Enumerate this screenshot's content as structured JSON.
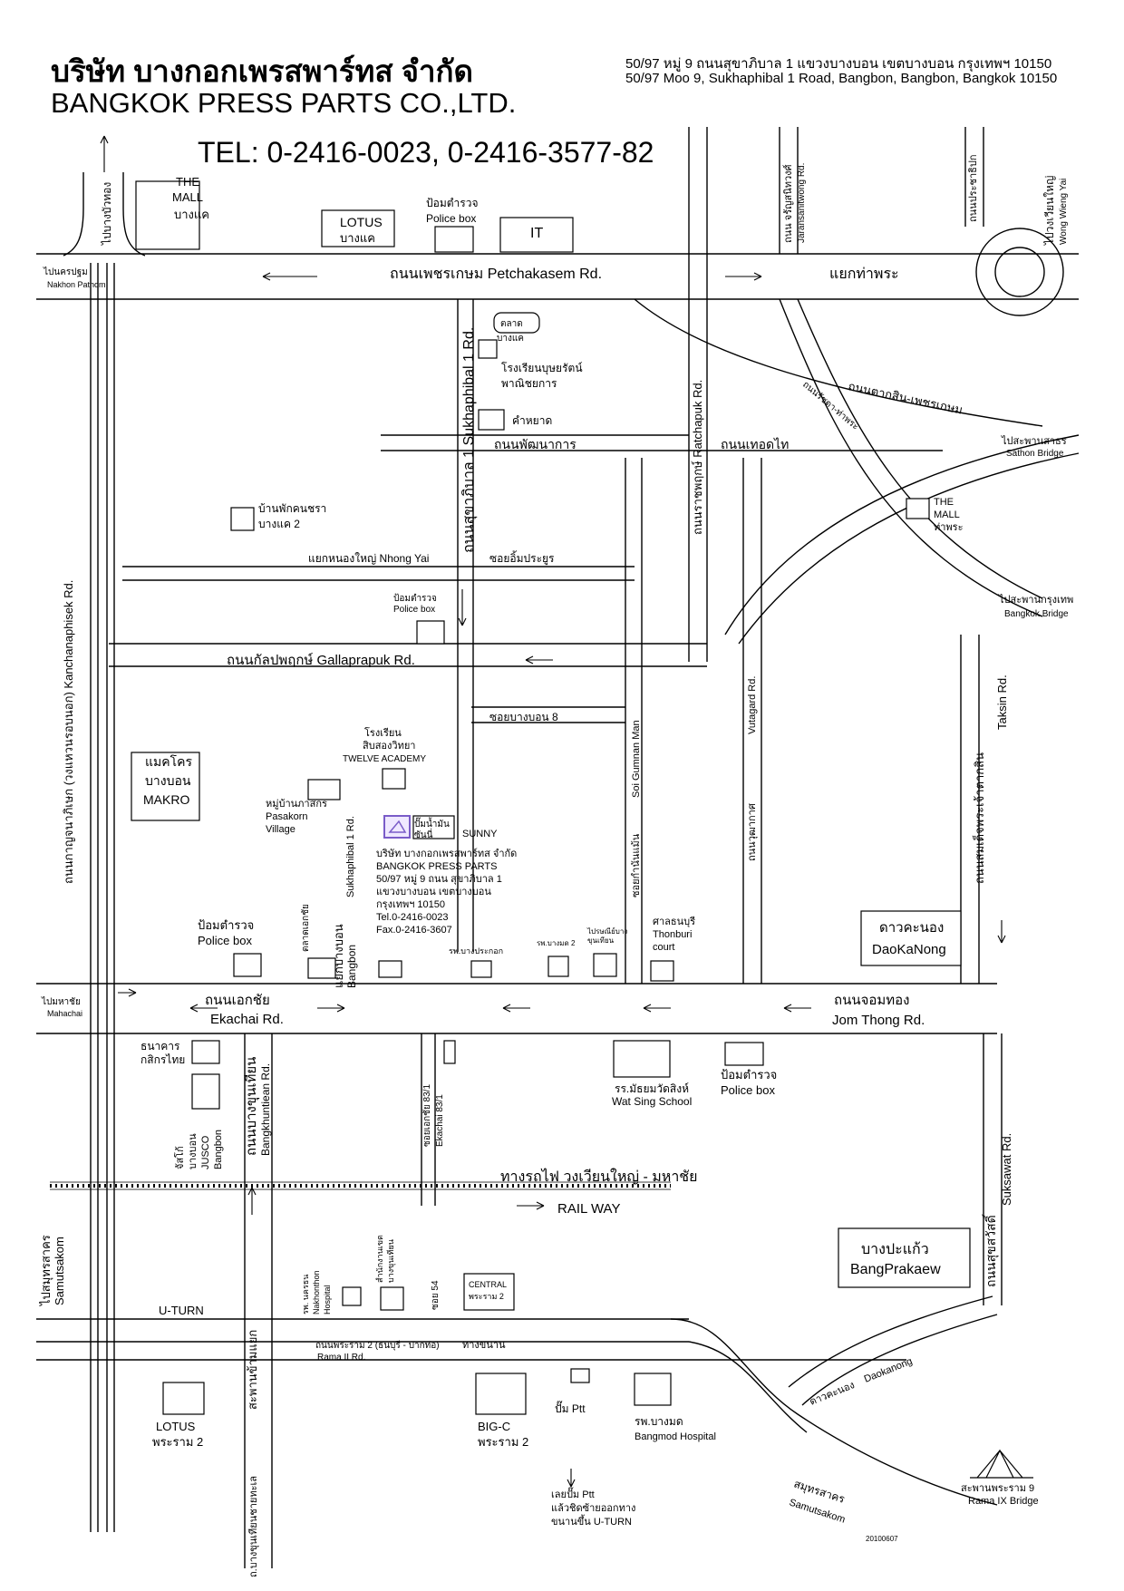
{
  "header": {
    "company_th": "บริษัท บางกอกเพรสพาร์ทส จำกัด",
    "company_en": "BANGKOK PRESS PARTS CO.,LTD.",
    "tel": "TEL: 0-2416-0023, 0-2416-3577-82",
    "address_th": "50/97 หมู่ 9 ถนนสุขาภิบาล 1 แขวงบางบอน เขตบางบอน กรุงเทพฯ 10150",
    "address_en": "50/97 Moo 9, Sukhaphibal 1 Road, Bangbon, Bangbon, Bangkok 10150"
  },
  "landmarks": {
    "the_mall_bangkhae": [
      "THE",
      "MALL",
      "บางแค"
    ],
    "lotus_bangkhae": [
      "LOTUS",
      "บางแค"
    ],
    "police_box_top": [
      "ป้อมตำรวจ",
      "Police box"
    ],
    "it": "IT",
    "talad_bangkhae": [
      "ตลาด",
      "บางแค"
    ],
    "school_top": [
      "โรงเรียนบุษยรัตน์",
      "พาณิชยการ"
    ],
    "kham_yat": "คำหยาด",
    "ban_phak": [
      "บ้านพักคนชรา",
      "บางแค 2"
    ],
    "police_box_mid": [
      "ป้อมตำรวจ",
      "Police box"
    ],
    "the_mall_thapra": [
      "THE",
      "MALL",
      "ท่าพระ"
    ],
    "makro": [
      "แมคโคร",
      "บางบอน",
      "MAKRO"
    ],
    "school_twelve": [
      "โรงเรียน",
      "สิบสองวิทยา",
      "TWELVE ACADEMY"
    ],
    "pasakorn": [
      "หมู่บ้านภาสกร",
      "Pasakorn",
      "Village"
    ],
    "sunny": [
      "ปั๊มน้ำมัน",
      "ซันนี่",
      "SUNNY"
    ],
    "company_block": [
      "บริษัท บางกอกเพรสพาร์ทส จำกัด",
      "BANGKOK PRESS PARTS",
      "50/97 หมู่ 9 ถนน สุขาภิบาล 1",
      "แขวงบางบอน เขตบางบอน",
      "กรุงเทพฯ 10150",
      "Tel.0-2416-0023",
      "Fax.0-2416-3607"
    ],
    "police_box_left": [
      "ป้อมตำรวจ",
      "Police box"
    ],
    "talad_ekachai": "ตลาดเอกชัย",
    "rp_bangprakok": "รพ.บางประกอก",
    "rp_bangmod2": "รพ.บางมด 2",
    "post_office": [
      "ไปรษณีย์บาง",
      "ขุนเทียน"
    ],
    "thonburi_court": [
      "ศาลธนบุรี",
      "Thonburi",
      "court"
    ],
    "daokanong": [
      "ดาวคะนอง",
      "DaoKaNong"
    ],
    "kasikorn": [
      "ธนาคาร",
      "กสิกรไทย"
    ],
    "jusco": [
      "จัสโก้",
      "บางบอน",
      "JUSCO",
      "Bangbon"
    ],
    "wat_sing": [
      "รร.มัธยมวัดสิงห์",
      "Wat Sing School"
    ],
    "police_box_bottom": [
      "ป้อมตำรวจ",
      "Police box"
    ],
    "bangprakaew": [
      "บางปะแก้ว",
      "BangPrakaew"
    ],
    "nakhonthon": [
      "รพ. นครธน",
      "Nakhonthon",
      "Hospital"
    ],
    "district_office": [
      "สำนักงานเขต",
      "บางขุนเทียน"
    ],
    "central": [
      "CENTRAL",
      "พระราม 2"
    ],
    "lotus_rama2": [
      "LOTUS",
      "พระราม 2"
    ],
    "bigc": [
      "BIG-C",
      "พระราม 2"
    ],
    "ptt": "ปั๊ม Ptt",
    "bangmod_hospital": [
      "รพ.บางมด",
      "Bangmod Hospital"
    ],
    "ptt_note": [
      "เลยปั๊ม Ptt",
      "แล้วชิดซ้ายออกทาง",
      "ขนานขึ้น U-TURN"
    ],
    "rama9_bridge": [
      "สะพานพระราม 9",
      "Rama IX Bridge"
    ]
  },
  "roads": {
    "petchakasem": "ถนนเพชรเกษม Petchakasem Rd.",
    "thapra": "แยกท่าพระ",
    "to_nakhon_pathom": [
      "ไปนครปฐม",
      "Nakhon Pathom"
    ],
    "bang_bua_thong": "ไปบางบัวทอง",
    "charan": [
      "ถนน จรัญสนิทวงศ์",
      "Jaransanitwong Rd."
    ],
    "pracha_thipok": "ถนนประชาธิปก",
    "wong_wien_yai": [
      "ไปวงเวียนใหญ่",
      "Wong Wieng Yai"
    ],
    "sukhaphibal1": "ถนนสุขาภิบาล 1 Sukhaphibal 1 Rd.",
    "ratchaphruek": "ถนนราชพฤกษ์ Ratchapuk Rd.",
    "phatthanakan": "ถนนพัฒนาการ",
    "thoet_thai": "ถนนเทอดไท",
    "taksin_phetkasem": "ถนนตากสิน-เพชรเกษม",
    "ratchaphruek_diag": "ถนนรัชดา-ท่าพระ",
    "to_sathon": [
      "ไปสะพานสาธร",
      "Sathon Bridge"
    ],
    "to_krungthep": [
      "ไปสะพานกรุงเทพ",
      "Bangkok Bridge"
    ],
    "nong_yai": "แยกหนองใหญ่ Nhong Yai",
    "soi_im": "ซอยอิ้มประยูร",
    "kanchanaphisek": "ถนนกาญจนาภิเษก (วงแหวนรอบนอก) Kanchanaphisek Rd.",
    "gallapraphuk": "ถนนกัลปพฤกษ์ Gallaprapuk Rd.",
    "soi_bangbon8": "ซอยบางบอน 8",
    "soi_gumnan": [
      "Soi Gumnan Man",
      "ซอยกำนันแม้น"
    ],
    "vutagard": [
      "ถนนวุฒากาศ",
      "Vutagard Rd."
    ],
    "taksin": [
      "ถนนสมเด็จพระเจ้าตากสิน",
      "Taksin Rd."
    ],
    "sukhaphibal1_small": "Sukhaphibal 1 Rd.",
    "bangbon_road": [
      "แยกบางบอน",
      "Bangbon"
    ],
    "ekachai_th": "ถนนเอกชัย",
    "ekachai_en": "Ekachai Rd.",
    "to_mahachai": [
      "ไปมหาชัย",
      "Mahachai"
    ],
    "jomthong_th": "ถนนจอมทอง",
    "jomthong_en": "Jom Thong Rd.",
    "bangkhuntian": [
      "ถนนบางขุนเทียน",
      "Bangkhuntiean Rd."
    ],
    "ekachai_83": [
      "ซอยเอกชัย 83/1",
      "Ekachai 83/1"
    ],
    "suksawat": [
      "ถนนสุขสวัสดิ์",
      "Suksawat Rd."
    ],
    "railway_th": "ทางรถไฟ วงเวียนใหญ่ - มหาชัย",
    "railway_en": "RAIL WAY",
    "to_samutsakorn": [
      "ไปสมุทรสาคร",
      "Samutsakom"
    ],
    "u_turn": "U-TURN",
    "bridge_bkt": "สะพานข้ามแยก",
    "rama2": [
      "ถนนพระราม 2 (ธนบุรี - ปากท่อ)",
      "Rama II Rd."
    ],
    "thang_khanan": "ทางขนาน",
    "soi_54": "ซอย 54",
    "daokanong_road": [
      "ดาวคะนอง",
      "Daokanong"
    ],
    "samutsakhon_road": [
      "สมุทรสาคร",
      "Samutsakom"
    ],
    "bkt_chaithalay": "ถ.บางขุนเทียนชายทะเล"
  },
  "footer": {
    "date_code": "20100607"
  },
  "colors": {
    "line": "#000000",
    "company_mark": "#7a5cc8"
  }
}
